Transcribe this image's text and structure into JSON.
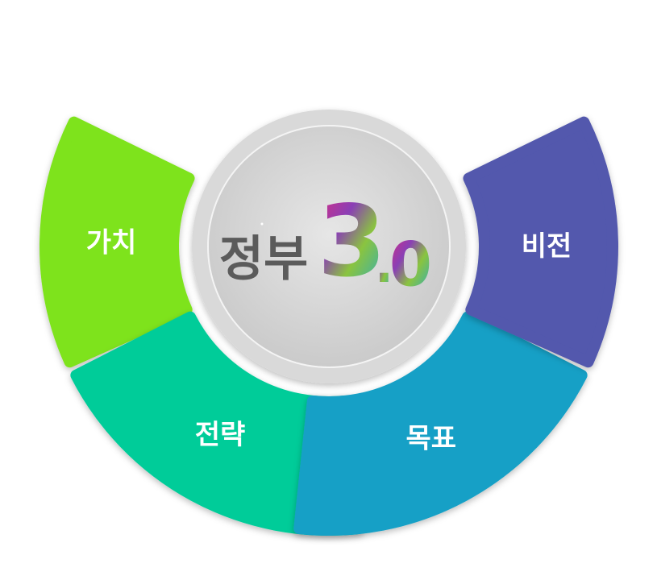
{
  "diagram": {
    "segments": [
      {
        "id": "value",
        "label": "가치",
        "color": "#7ee31f"
      },
      {
        "id": "strategy",
        "label": "전략",
        "color": "#00cc99"
      },
      {
        "id": "goal",
        "label": "목표",
        "color": "#13a0c6"
      },
      {
        "id": "vision",
        "label": "비전",
        "color": "#5258ad"
      }
    ],
    "center": {
      "word": "정부",
      "version_major": "3",
      "version_dot": ".",
      "version_minor": "0",
      "logo_colors": [
        "#e02b7d",
        "#8a3fb5",
        "#8ac43f",
        "#1ca9d6",
        "#f0b429"
      ]
    }
  }
}
